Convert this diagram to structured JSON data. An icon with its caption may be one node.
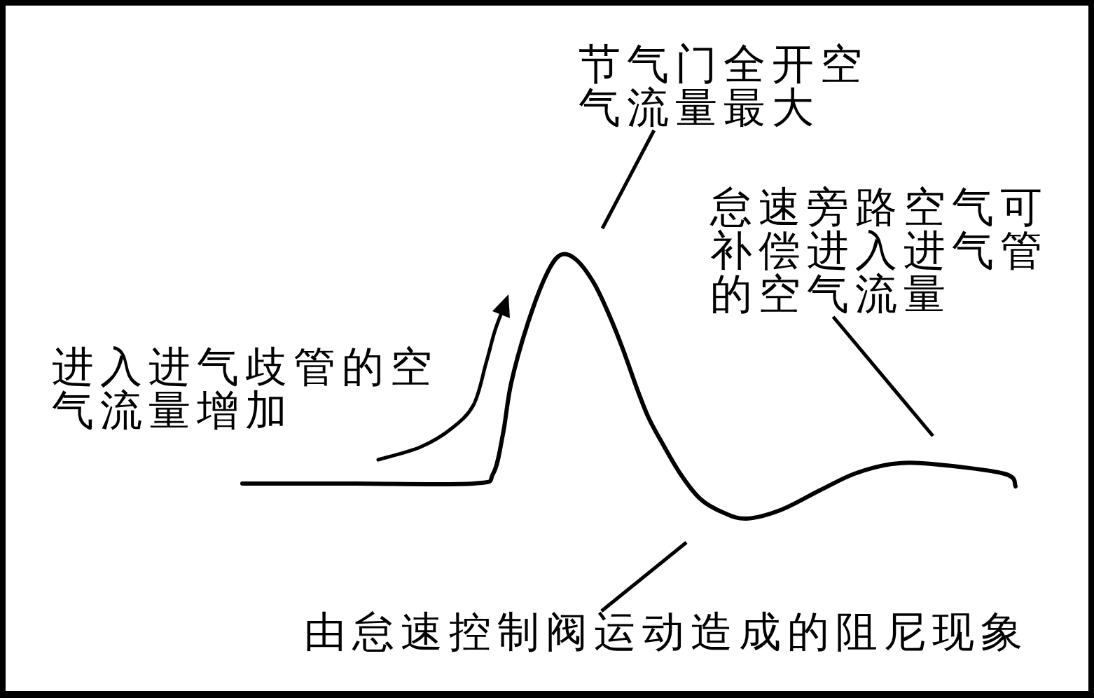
{
  "diagram": {
    "nodes": [
      {
        "text": [
          "节气门全开空气流量最大"
        ]
      },
      {
        "text": [
          "怠速旁路空气可补偿进入进气管的空气流量"
        ]
      },
      {
        "text": [
          "进入进气歧管的空气流量增加"
        ]
      },
      {
        "text": [
          "由怠速控制阀运动造成的阻尼现象"
        ]
      }
    ],
    "edges": [
      {
        "from": 0,
        "to": null,
        "arrow": "none"
      },
      {
        "from": 1,
        "to": null,
        "arrow": "none"
      },
      {
        "from": 3,
        "to": null,
        "arrow": "none"
      }
    ]
  }
}
